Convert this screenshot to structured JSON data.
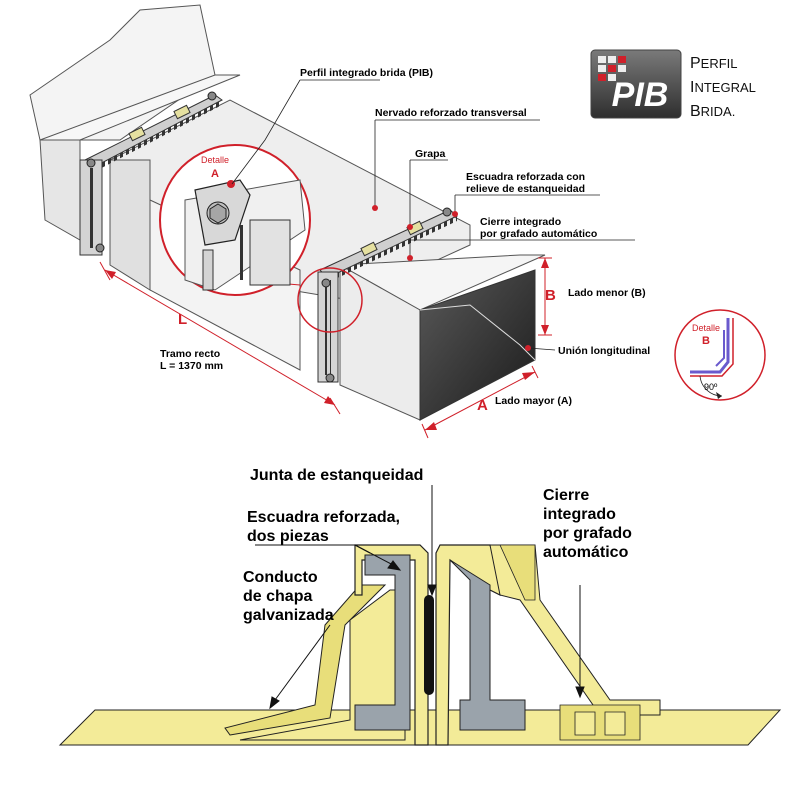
{
  "logo": {
    "mark": "PIB",
    "words": [
      {
        "initial": "P",
        "rest": "ERFIL"
      },
      {
        "initial": "I",
        "rest": "NTEGRAL"
      },
      {
        "initial": "B",
        "rest": "RIDA."
      }
    ]
  },
  "top_diagram": {
    "labels": {
      "perfil": "Perfil integrado brida (PIB)",
      "nervado": "Nervado reforzado transversal",
      "grapa": "Grapa",
      "escuadra_1": "Escuadra reforzada con",
      "escuadra_2": "relieve de estanqueidad",
      "cierre_1": "Cierre integrado",
      "cierre_2": "por grafado automático",
      "lado_menor": "Lado menor (B)",
      "union": "Unión longitudinal",
      "lado_mayor": "Lado mayor (A)",
      "tramo_1": "Tramo recto",
      "tramo_2": "L = 1370 mm"
    },
    "letters": {
      "L": "L",
      "B": "B",
      "A": "A"
    },
    "detail_a": {
      "title": "Detalle",
      "letter": "A"
    },
    "detail_b": {
      "title": "Detalle",
      "letter": "B",
      "angle": "90º"
    }
  },
  "bottom_diagram": {
    "junta": "Junta  de estanqueidad",
    "escuadra_1": "Escuadra reforzada,",
    "escuadra_2": "dos piezas",
    "conducto_1": "Conducto",
    "conducto_2": "de chapa",
    "conducto_3": "galvanizada",
    "cierre_1": "Cierre",
    "cierre_2": "integrado",
    "cierre_3": "por grafado",
    "cierre_4": "automático"
  },
  "colors": {
    "accent_red": "#d0202a",
    "yellow_sheet": "#f3eb98",
    "gray_bracket": "#9aa3ab",
    "duct_light": "#f2f2f2"
  }
}
